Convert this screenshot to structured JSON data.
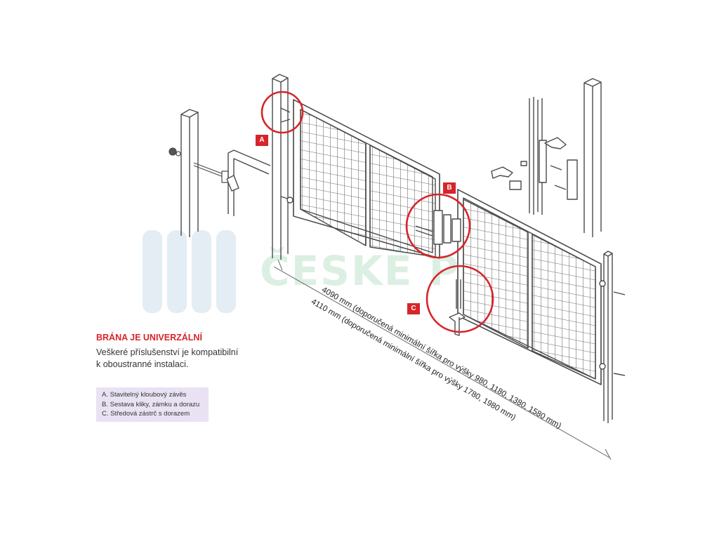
{
  "watermark": "ČESKÉ PLOTY",
  "intro": {
    "title": "BRÁNA JE UNIVERZÁLNÍ",
    "text": "Veškeré příslušenství je kompatibilní k oboustranné instalaci."
  },
  "legend": [
    "A. Stavitelný kloubový závěs",
    "B. Sestava kliky, zámku a dorazu",
    "C. Středová zástrč s dorazem"
  ],
  "callouts": {
    "a": "A",
    "b": "B",
    "c": "C"
  },
  "dimensions": {
    "line1": "4090 mm (doporučená minimální šířka pro výšky 980, 1180, 1380, 1580 mm)",
    "line2": "4110 mm (doporučená minimální šířka pro výšky 1780, 1980 mm)"
  },
  "colors": {
    "accent": "#d6252b",
    "legend_bg": "#e9e2f2",
    "line": "#4a4a4a"
  }
}
